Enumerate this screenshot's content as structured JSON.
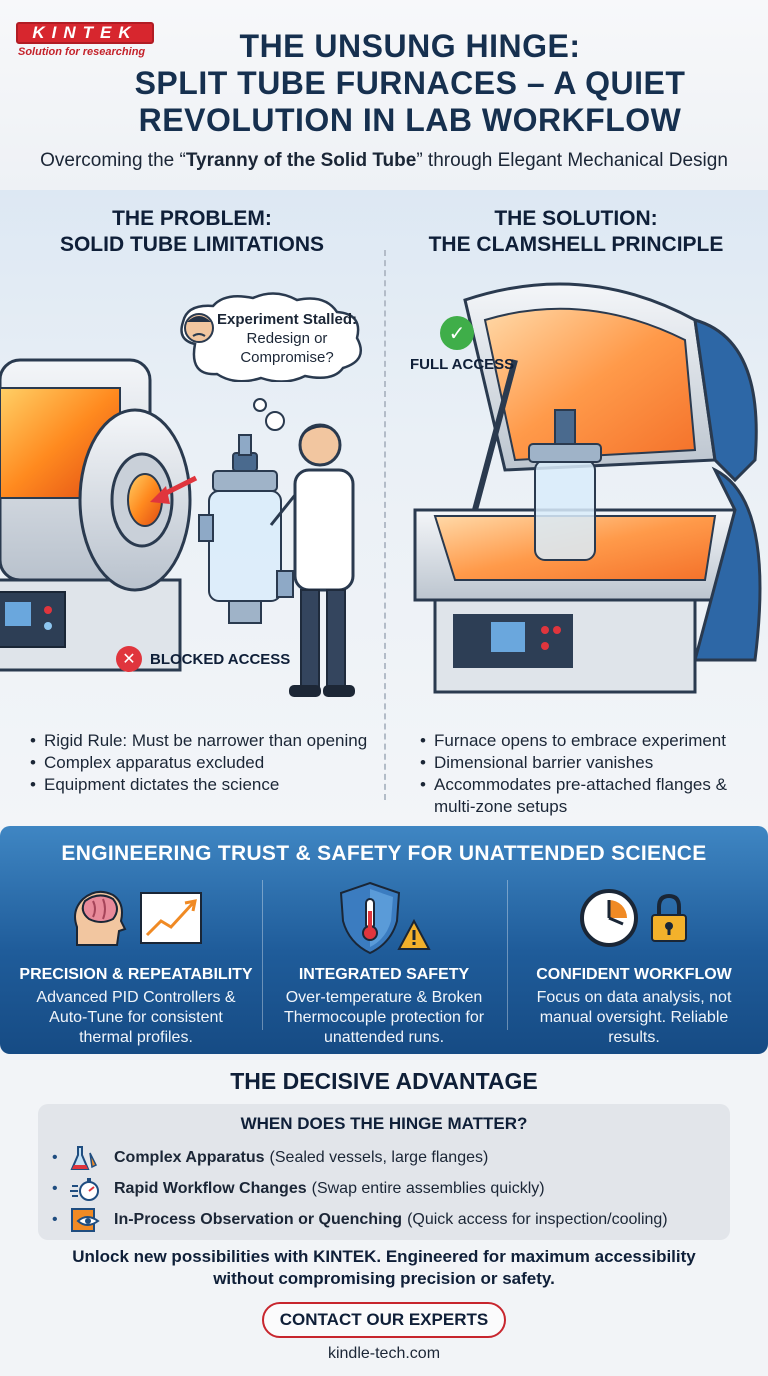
{
  "brand": {
    "logo_text": "KINTEK",
    "tagline": "Solution for researching",
    "accent_color": "#d7262e",
    "primary_color": "#16304f",
    "band_color": "#1f5c9a"
  },
  "header": {
    "title_line1": "THE UNSUNG HINGE:",
    "title_line2": "SPLIT TUBE FURNACES – A QUIET",
    "title_line3": "REVOLUTION IN LAB WORKFLOW",
    "subtitle_pre": "Overcoming the “",
    "subtitle_bold": "Tyranny of the Solid Tube",
    "subtitle_post": "” through Elegant Mechanical Design"
  },
  "problem": {
    "heading_line1": "THE PROBLEM:",
    "heading_line2": "SOLID TUBE LIMITATIONS",
    "thought_bold": "Experiment Stalled:",
    "thought_text": "Redesign or Compromise?",
    "status_label": "BLOCKED ACCESS",
    "status_icon": "x-circle-icon",
    "bullets": [
      "Rigid Rule: Must be narrower than opening",
      "Complex apparatus excluded",
      "Equipment dictates the science"
    ]
  },
  "solution": {
    "heading_line1": "THE SOLUTION:",
    "heading_line2": "THE CLAMSHELL PRINCIPLE",
    "status_label": "FULL ACCESS",
    "status_icon": "check-circle-icon",
    "bullets": [
      "Furnace opens to embrace experiment",
      "Dimensional barrier vanishes",
      "Accommodates pre-attached flanges & multi-zone setups"
    ]
  },
  "safety": {
    "title": "ENGINEERING TRUST & SAFETY FOR UNATTENDED SCIENCE",
    "pillars": [
      {
        "title": "PRECISION & REPEATABILITY",
        "desc": "Advanced PID Controllers & Auto-Tune for consistent thermal profiles.",
        "icons": [
          "brain-head-icon",
          "rising-chart-icon"
        ]
      },
      {
        "title": "INTEGRATED SAFETY",
        "desc": "Over-temperature & Broken Thermocouple protection for unattended runs.",
        "icons": [
          "shield-thermometer-icon",
          "warning-icon"
        ]
      },
      {
        "title": "CONFIDENT WORKFLOW",
        "desc": "Focus on data analysis, not manual oversight. Reliable results.",
        "icons": [
          "clock-icon",
          "padlock-icon"
        ]
      }
    ]
  },
  "advantage": {
    "title": "THE DECISIVE ADVANTAGE",
    "question": "WHEN DOES THE HINGE MATTER?",
    "items": [
      {
        "bold": "Complex Apparatus",
        "rest": "(Sealed vessels, large flanges)",
        "icon": "flask-icon"
      },
      {
        "bold": "Rapid Workflow Changes",
        "rest": "(Swap entire assemblies quickly)",
        "icon": "stopwatch-icon"
      },
      {
        "bold": "In-Process Observation or Quenching",
        "rest": "(Quick access for inspection/cooling)",
        "icon": "eye-window-icon"
      }
    ]
  },
  "closing": {
    "text": "Unlock new possibilities with KINTEK. Engineered for maximum accessibility without compromising precision or safety.",
    "cta_label": "CONTACT OUR EXPERTS",
    "website": "kindle-tech.com"
  }
}
